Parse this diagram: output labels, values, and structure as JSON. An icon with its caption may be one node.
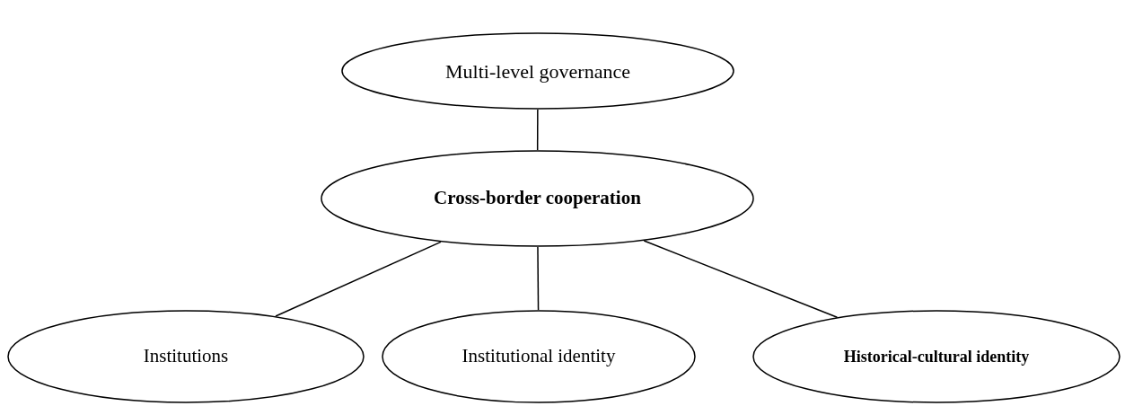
{
  "diagram": {
    "nodes": [
      {
        "text": [
          "Multi-level governance"
        ]
      },
      {
        "text": [
          "Cross-border cooperation"
        ]
      },
      {
        "text": [
          "Institutions"
        ]
      },
      {
        "text": [
          "Institutional identity"
        ]
      },
      {
        "text": [
          "Historical-cultural identity"
        ]
      }
    ],
    "edges": [
      {
        "from": 0,
        "to": 1,
        "arrow": "none"
      },
      {
        "from": 1,
        "to": 2,
        "arrow": "none"
      },
      {
        "from": 1,
        "to": 3,
        "arrow": "none"
      },
      {
        "from": 1,
        "to": 4,
        "arrow": "none"
      }
    ]
  }
}
